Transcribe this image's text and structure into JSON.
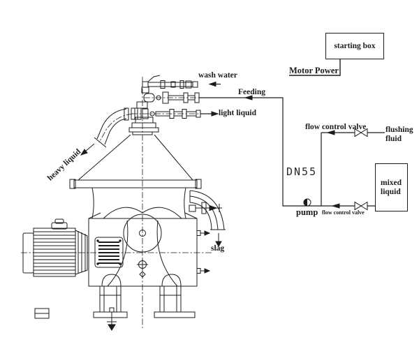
{
  "colors": {
    "ink": "#1c1c1c",
    "background": "#ffffff"
  },
  "separator": {
    "wash_water": "wash water",
    "feeding": "Feeding",
    "light_liquid": "light liquid",
    "heavy_liquid": "heavy liquid",
    "slag": "slag"
  },
  "schematic": {
    "starting_box": "starting box",
    "motor_power": "Motor Power",
    "flushing_valve_label": "flow control valve",
    "flushing_fluid": {
      "line1": "flushing",
      "line2": "fluid"
    },
    "pipe_size": "DN55",
    "mixed_liquid": {
      "line1": "mixed",
      "line2": "liquid"
    },
    "pump": "pump",
    "mixed_valve_label": "flow control valve"
  }
}
